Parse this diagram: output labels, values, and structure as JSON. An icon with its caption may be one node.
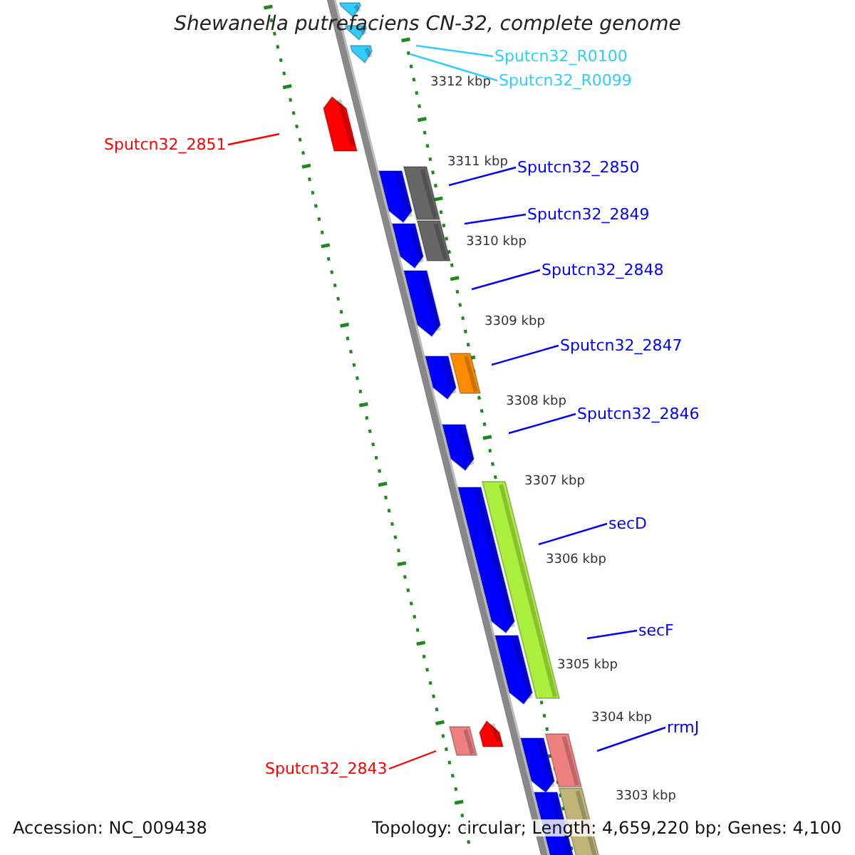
{
  "diagram": {
    "title": "Shewanella putrefaciens CN-32, complete genome",
    "nodes": [
      {
        "text": [
          "Sputcn32_R0100"
        ]
      },
      {
        "text": [
          "Sputcn32_R0099"
        ]
      },
      {
        "text": [
          "Sputcn32_2851"
        ]
      },
      {
        "text": [
          "Sputcn32_2850"
        ]
      },
      {
        "text": [
          "Sputcn32_2849"
        ]
      },
      {
        "text": [
          "Sputcn32_2848"
        ]
      },
      {
        "text": [
          "Sputcn32_2847"
        ]
      },
      {
        "text": [
          "Sputcn32_2846"
        ]
      },
      {
        "text": [
          "secD"
        ]
      },
      {
        "text": [
          "secF"
        ]
      },
      {
        "text": [
          "rrmJ"
        ]
      },
      {
        "text": [
          "Sputcn32_2843"
        ]
      }
    ],
    "edges": [
      {
        "from": 0,
        "to": null,
        "arrow": "none",
        "color": "#33ccff"
      },
      {
        "from": 1,
        "to": null,
        "arrow": "none",
        "color": "#33ccff"
      },
      {
        "from": 2,
        "to": null,
        "arrow": "none",
        "color": "#ff0000"
      },
      {
        "from": 3,
        "to": null,
        "arrow": "none"
      },
      {
        "from": 4,
        "to": null,
        "arrow": "none"
      },
      {
        "from": 5,
        "to": null,
        "arrow": "none"
      },
      {
        "from": 6,
        "to": null,
        "arrow": "none"
      },
      {
        "from": 7,
        "to": null,
        "arrow": "none"
      },
      {
        "from": 8,
        "to": null,
        "arrow": "none"
      },
      {
        "from": 9,
        "to": null,
        "arrow": "none"
      },
      {
        "from": 10,
        "to": null,
        "arrow": "none"
      },
      {
        "from": 11,
        "to": null,
        "arrow": "none",
        "color": "#ff0000"
      }
    ],
    "labels": [
      "3312 kbp",
      "3311 kbp",
      "3310 kbp",
      "3309 kbp",
      "3308 kbp",
      "3307 kbp",
      "3306 kbp",
      "3305 kbp",
      "3304 kbp",
      "3303 kbp",
      "Accession: NC_009438",
      "Topology: circular; Length: 4,659,220 bp; Genes: 4,100"
    ]
  }
}
